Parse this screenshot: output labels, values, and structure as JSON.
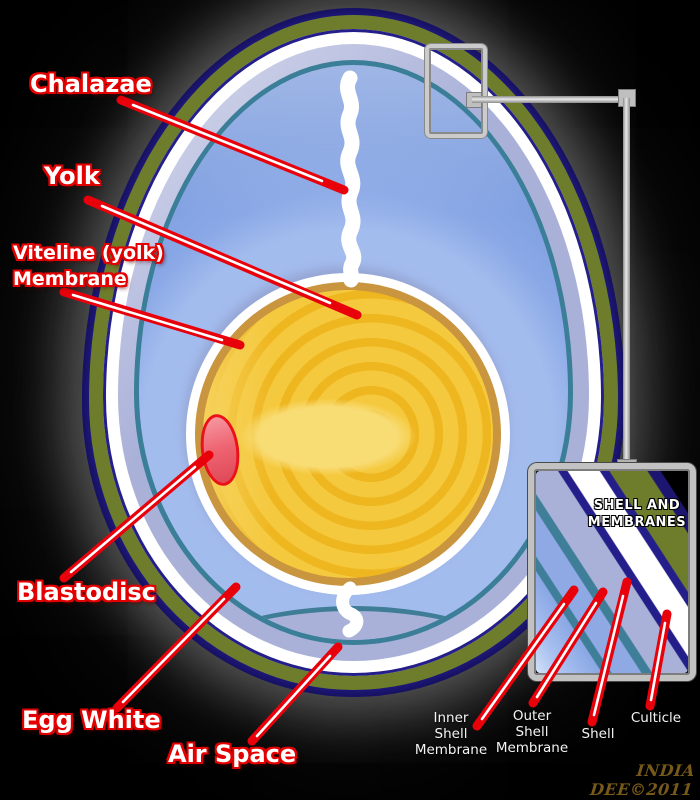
{
  "diagram": {
    "labels": {
      "chalazae": "Chalazae",
      "yolk": "Yolk",
      "viteline_line1": "Viteline (yolk)",
      "viteline_line2": "Membrane",
      "blastodisc": "Blastodisc",
      "egg_white": "Egg White",
      "air_space": "Air Space"
    },
    "inset": {
      "title_line1": "SHELL AND",
      "title_line2": "MEMBRANES",
      "labels": {
        "inner_l1": "Inner",
        "inner_l2": "Shell",
        "inner_l3": "Membrane",
        "outer_l1": "Outer",
        "outer_l2": "Shell",
        "outer_l3": "Membrane",
        "shell": "Shell",
        "culticle": "Culticle"
      }
    },
    "signature": "INDIA DEE©2011",
    "colors": {
      "leader_red": "#e40000",
      "cuticle_navy": "#241e8a",
      "shell_olive": "#6e7d2c",
      "outer_membrane_white": "#ffffff",
      "inner_membrane_lavender": "#aab1d9",
      "membrane_teal": "#3b7e98",
      "egg_white_blue": "#7f9fe0",
      "yolk_gold": "#f2bd24",
      "yolk_pale": "#f8dc74",
      "yolk_rim_tan": "#c9953f",
      "blastodisc_pink": "#ee6471",
      "callout_gray": "#c2c2c2",
      "signature_gold": "#77591a"
    }
  }
}
